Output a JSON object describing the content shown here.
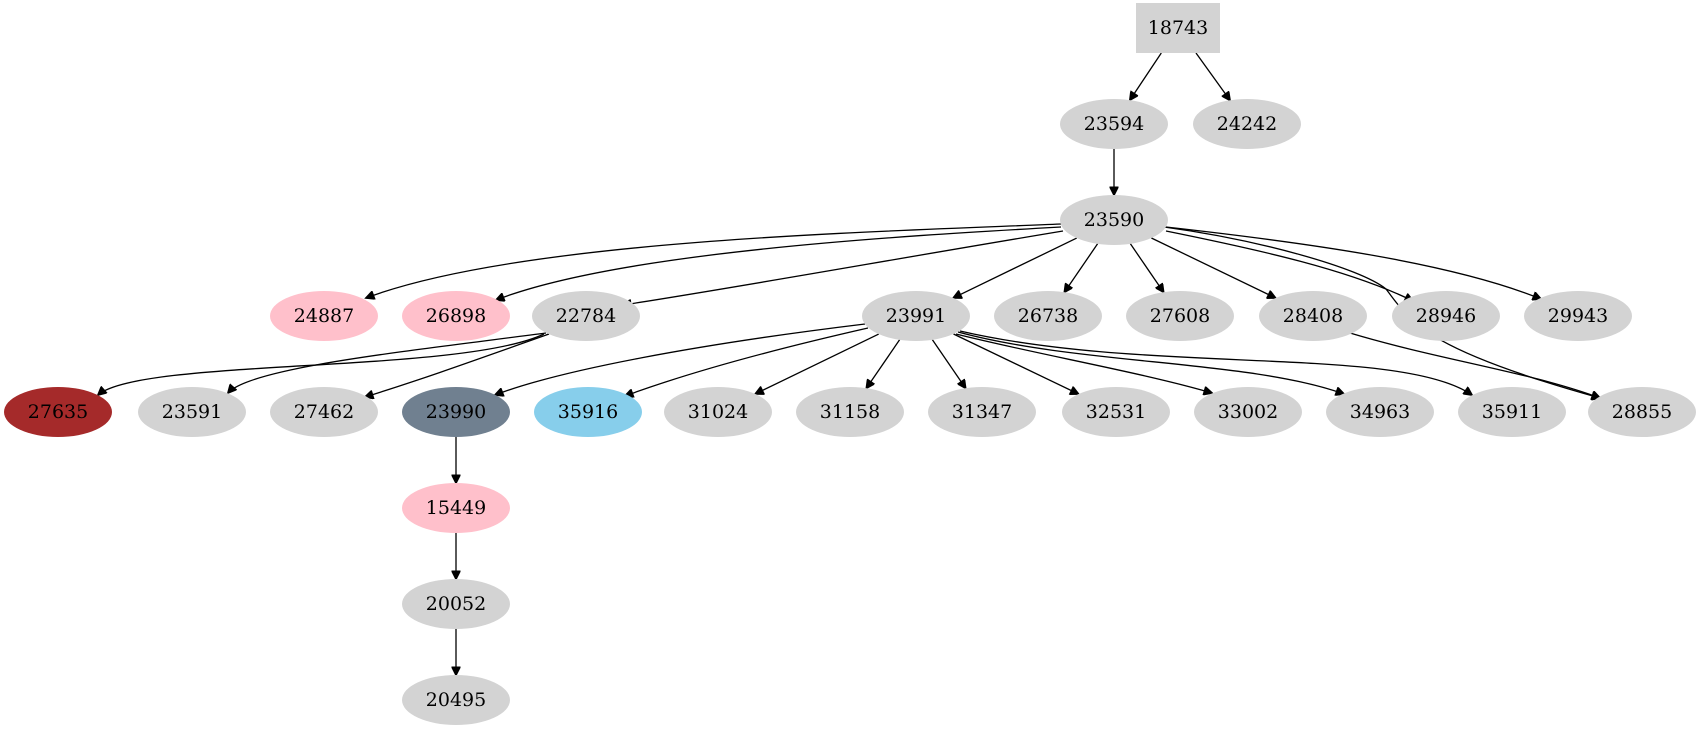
{
  "graph": {
    "default_fill": "#d3d3d3",
    "nodes": [
      {
        "id": "18743",
        "label": "18743",
        "shape": "box"
      },
      {
        "id": "23594",
        "label": "23594"
      },
      {
        "id": "24242",
        "label": "24242"
      },
      {
        "id": "23590",
        "label": "23590"
      },
      {
        "id": "24887",
        "label": "24887",
        "fill": "#ffc0cb"
      },
      {
        "id": "26898",
        "label": "26898",
        "fill": "#ffc0cb"
      },
      {
        "id": "22784",
        "label": "22784"
      },
      {
        "id": "23991",
        "label": "23991"
      },
      {
        "id": "26738",
        "label": "26738"
      },
      {
        "id": "27608",
        "label": "27608"
      },
      {
        "id": "28408",
        "label": "28408"
      },
      {
        "id": "28946",
        "label": "28946"
      },
      {
        "id": "29943",
        "label": "29943"
      },
      {
        "id": "27635",
        "label": "27635",
        "fill": "#a52a2a"
      },
      {
        "id": "23591",
        "label": "23591"
      },
      {
        "id": "27462",
        "label": "27462"
      },
      {
        "id": "23990",
        "label": "23990",
        "fill": "#708090"
      },
      {
        "id": "35916",
        "label": "35916",
        "fill": "#87ceeb"
      },
      {
        "id": "31024",
        "label": "31024"
      },
      {
        "id": "31158",
        "label": "31158"
      },
      {
        "id": "31347",
        "label": "31347"
      },
      {
        "id": "32531",
        "label": "32531"
      },
      {
        "id": "33002",
        "label": "33002"
      },
      {
        "id": "34963",
        "label": "34963"
      },
      {
        "id": "35911",
        "label": "35911"
      },
      {
        "id": "28855",
        "label": "28855"
      },
      {
        "id": "15449",
        "label": "15449",
        "fill": "#ffc0cb"
      },
      {
        "id": "20052",
        "label": "20052"
      },
      {
        "id": "20495",
        "label": "20495"
      }
    ],
    "edges": [
      {
        "from": "18743",
        "to": "23594"
      },
      {
        "from": "18743",
        "to": "24242"
      },
      {
        "from": "23594",
        "to": "23590"
      },
      {
        "from": "23590",
        "to": "24887"
      },
      {
        "from": "23590",
        "to": "26898"
      },
      {
        "from": "23590",
        "to": "22784"
      },
      {
        "from": "23590",
        "to": "23991"
      },
      {
        "from": "23590",
        "to": "26738"
      },
      {
        "from": "23590",
        "to": "27608"
      },
      {
        "from": "23590",
        "to": "28408"
      },
      {
        "from": "23590",
        "to": "28946"
      },
      {
        "from": "23590",
        "to": "29943"
      },
      {
        "from": "23590",
        "to": "28855"
      },
      {
        "from": "22784",
        "to": "27635"
      },
      {
        "from": "22784",
        "to": "23591"
      },
      {
        "from": "22784",
        "to": "27462"
      },
      {
        "from": "23991",
        "to": "23990"
      },
      {
        "from": "23991",
        "to": "35916"
      },
      {
        "from": "23991",
        "to": "31024"
      },
      {
        "from": "23991",
        "to": "31158"
      },
      {
        "from": "23991",
        "to": "31347"
      },
      {
        "from": "23991",
        "to": "32531"
      },
      {
        "from": "23991",
        "to": "33002"
      },
      {
        "from": "23991",
        "to": "34963"
      },
      {
        "from": "23991",
        "to": "35911"
      },
      {
        "from": "28408",
        "to": "28855"
      },
      {
        "from": "23990",
        "to": "15449"
      },
      {
        "from": "15449",
        "to": "20052"
      },
      {
        "from": "20052",
        "to": "20495"
      }
    ]
  }
}
